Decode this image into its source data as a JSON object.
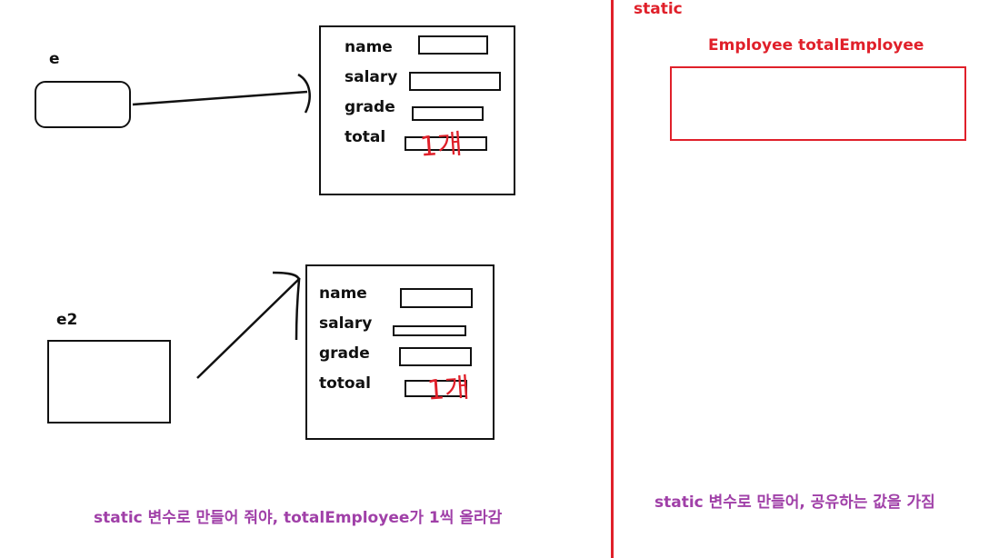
{
  "objects": [
    {
      "var": "e",
      "fields": [
        "name",
        "salary",
        "grade",
        "total"
      ],
      "count_mark": "1개"
    },
    {
      "var": "e2",
      "fields": [
        "name",
        "salary",
        "grade",
        "totoal"
      ],
      "count_mark": "1개"
    }
  ],
  "static_panel": {
    "header": "static",
    "title": "Employee totalEmployee"
  },
  "notes": {
    "left": "static 변수로 만들어 줘야, totalEmployee가 1씩 올라감",
    "right": "static 변수로 만들어, 공유하는 값을 가짐"
  },
  "colors": {
    "red": "#e0202a",
    "purple": "#a040a8",
    "ink": "#111111"
  }
}
